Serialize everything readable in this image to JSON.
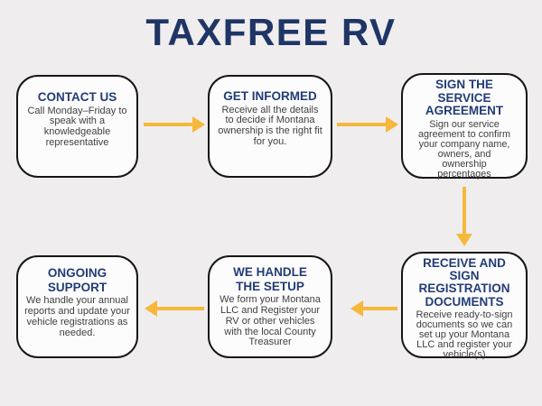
{
  "title": "TAXFREE RV",
  "steps": [
    {
      "heading": "CONTACT US",
      "body": "Call Monday–Friday to speak with a knowledgeable representative"
    },
    {
      "heading": "GET INFORMED",
      "body": "Receive all the details to decide if Montana ownership is the right fit for you."
    },
    {
      "heading": "SIGN THE SERVICE AGREEMENT",
      "body": "Sign our service agreement to confirm your company name, owners, and ownership percentages"
    },
    {
      "heading": "RECEIVE AND SIGN REGISTRATION DOCUMENTS",
      "body": "Receive ready-to-sign documents so we can set up your Montana LLC and register your vehicle(s)"
    },
    {
      "heading": "WE HANDLE THE SETUP",
      "body": "We form your Montana LLC and Register your RV or other vehicles with the local County Treasurer"
    },
    {
      "heading": "ONGOING SUPPORT",
      "body": "We handle your annual reports and update your vehicle registrations as needed."
    }
  ],
  "arrows": [
    {
      "from": "CONTACT US",
      "to": "GET INFORMED",
      "direction": "right"
    },
    {
      "from": "GET INFORMED",
      "to": "SIGN THE SERVICE AGREEMENT",
      "direction": "right"
    },
    {
      "from": "SIGN THE SERVICE AGREEMENT",
      "to": "RECEIVE AND SIGN REGISTRATION DOCUMENTS",
      "direction": "down"
    },
    {
      "from": "RECEIVE AND SIGN REGISTRATION DOCUMENTS",
      "to": "WE HANDLE THE SETUP",
      "direction": "left"
    },
    {
      "from": "WE HANDLE THE SETUP",
      "to": "ONGOING SUPPORT",
      "direction": "left"
    }
  ],
  "colors": {
    "background": "#EFEDEE",
    "box_fill": "#FCFCFC",
    "box_border": "#161616",
    "title": "#1F3565",
    "heading": "#233C77",
    "body": "#3F3F3F",
    "arrow": "#F6B83B"
  }
}
